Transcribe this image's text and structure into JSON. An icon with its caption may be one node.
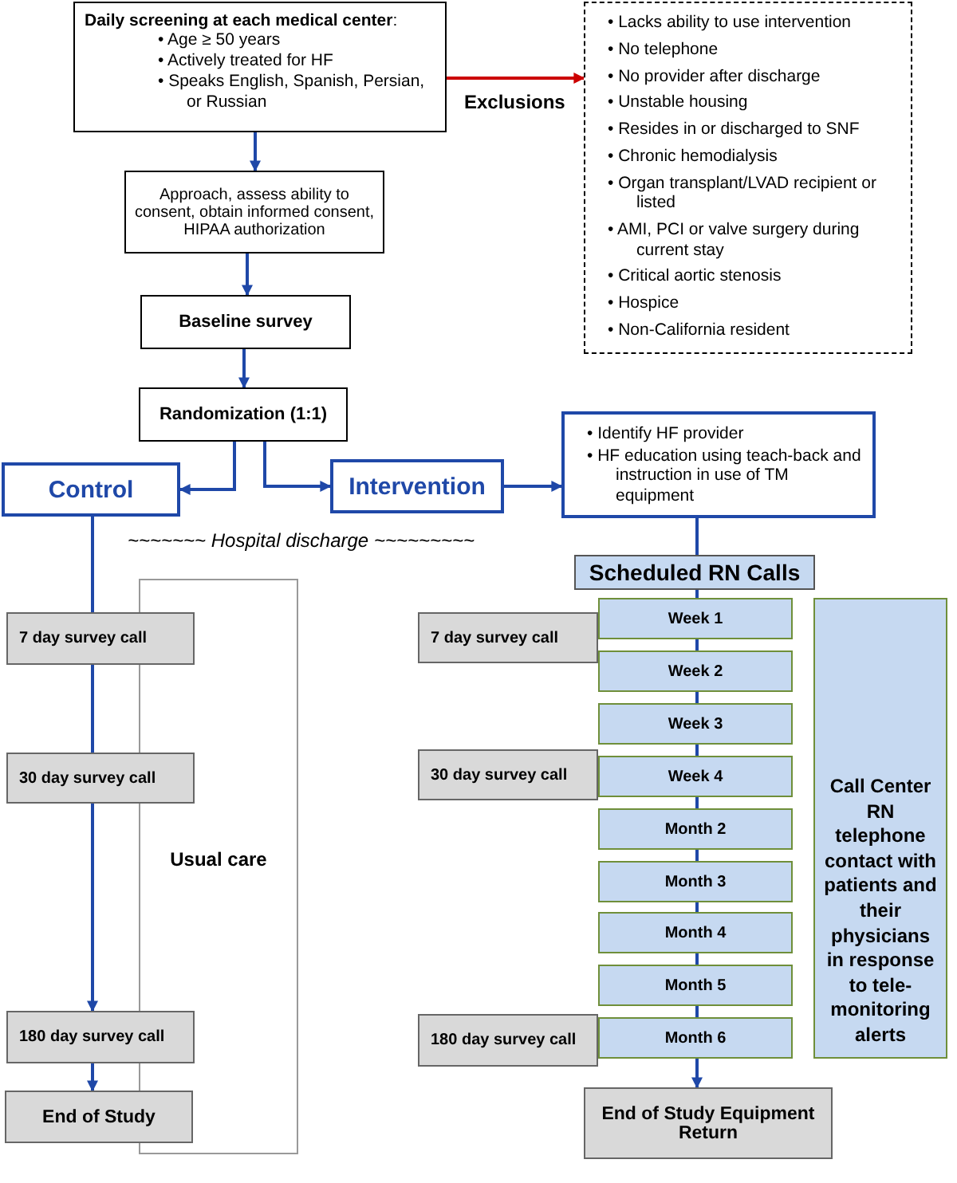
{
  "diagram": {
    "nodes": [
      {
        "text": [
          "**Daily screening at each medical center**:",
          "• Age ≥ 50 years",
          "• Actively treated for HF",
          "• Speaks English, Spanish, Persian, or Russian"
        ]
      },
      {
        "text": [
          "• Lacks ability to use intervention",
          "• No telephone",
          "• No provider after discharge",
          "• Unstable housing",
          "• Resides in or discharged to SNF",
          "• Chronic hemodialysis",
          "• Organ transplant/LVAD recipient or listed",
          "• AMI, PCI or valve surgery during current stay",
          "• Critical aortic stenosis",
          "• Hospice",
          "• Non-California resident"
        ]
      },
      {
        "text": [
          "Approach, assess ability to consent, obtain informed consent, HIPAA authorization"
        ]
      },
      {
        "text": [
          "Baseline survey"
        ]
      },
      {
        "text": [
          "Randomization (1:1)"
        ]
      },
      {
        "text": [
          "Control"
        ]
      },
      {
        "text": [
          "Intervention"
        ]
      },
      {
        "text": [
          "• Identify HF provider",
          "• HF education using teach-back and instruction in use of TM equipment"
        ]
      },
      {
        "text": [
          "Scheduled RN Calls"
        ]
      },
      {
        "text": [
          "Usual care"
        ]
      },
      {
        "text": [
          "7 day survey call"
        ]
      },
      {
        "text": [
          "7 day survey call"
        ]
      },
      {
        "text": [
          "Week 1"
        ]
      },
      {
        "text": [
          "Week 2"
        ]
      },
      {
        "text": [
          "Week 3"
        ]
      },
      {
        "text": [
          "Call Center RN telephone contact with patients and their physicians in response to tele-monitoring alerts"
        ]
      },
      {
        "text": [
          "30 day survey call"
        ]
      },
      {
        "text": [
          "30 day survey call"
        ]
      },
      {
        "text": [
          "Week 4"
        ]
      },
      {
        "text": [
          "Month 2"
        ]
      },
      {
        "text": [
          "Month 3"
        ]
      },
      {
        "text": [
          "Month 4"
        ]
      },
      {
        "text": [
          "Month 5"
        ]
      },
      {
        "text": [
          "180 day survey call"
        ]
      },
      {
        "text": [
          "180 day survey call"
        ]
      },
      {
        "text": [
          "Month 6"
        ]
      },
      {
        "text": [
          "End of Study"
        ]
      },
      {
        "text": [
          "End of Study Equipment Return"
        ]
      }
    ],
    "edges": [
      {
        "from": 0,
        "to": 1,
        "arrow": "to",
        "label": "Exclusions",
        "color": "#cc0000"
      },
      {
        "from": 0,
        "to": 2,
        "arrow": "to"
      },
      {
        "from": 2,
        "to": 3,
        "arrow": "to"
      },
      {
        "from": 3,
        "to": 4,
        "arrow": "to"
      },
      {
        "from": 4,
        "to": 5,
        "arrow": "to"
      },
      {
        "from": 4,
        "to": 6,
        "arrow": "to"
      },
      {
        "from": 6,
        "to": 7,
        "arrow": "to"
      },
      {
        "from": 7,
        "to": 8,
        "arrow": "none"
      },
      {
        "from": 5,
        "to": 10,
        "arrow": "none"
      },
      {
        "from": 10,
        "to": 16,
        "arrow": "none"
      },
      {
        "from": 16,
        "to": 23,
        "arrow": "to"
      },
      {
        "from": 23,
        "to": 26,
        "arrow": "to"
      },
      {
        "from": 8,
        "to": 12,
        "arrow": "none"
      },
      {
        "from": 12,
        "to": 13,
        "arrow": "none"
      },
      {
        "from": 13,
        "to": 14,
        "arrow": "none"
      },
      {
        "from": 14,
        "to": 18,
        "arrow": "none"
      },
      {
        "from": 18,
        "to": 19,
        "arrow": "none"
      },
      {
        "from": 19,
        "to": 20,
        "arrow": "none"
      },
      {
        "from": 20,
        "to": 21,
        "arrow": "none"
      },
      {
        "from": 21,
        "to": 22,
        "arrow": "none"
      },
      {
        "from": 22,
        "to": 25,
        "arrow": "none"
      },
      {
        "from": 25,
        "to": 27,
        "arrow": "to"
      }
    ],
    "labels": [
      "~~~~~~~ Hospital discharge ~~~~~~~~~"
    ]
  }
}
